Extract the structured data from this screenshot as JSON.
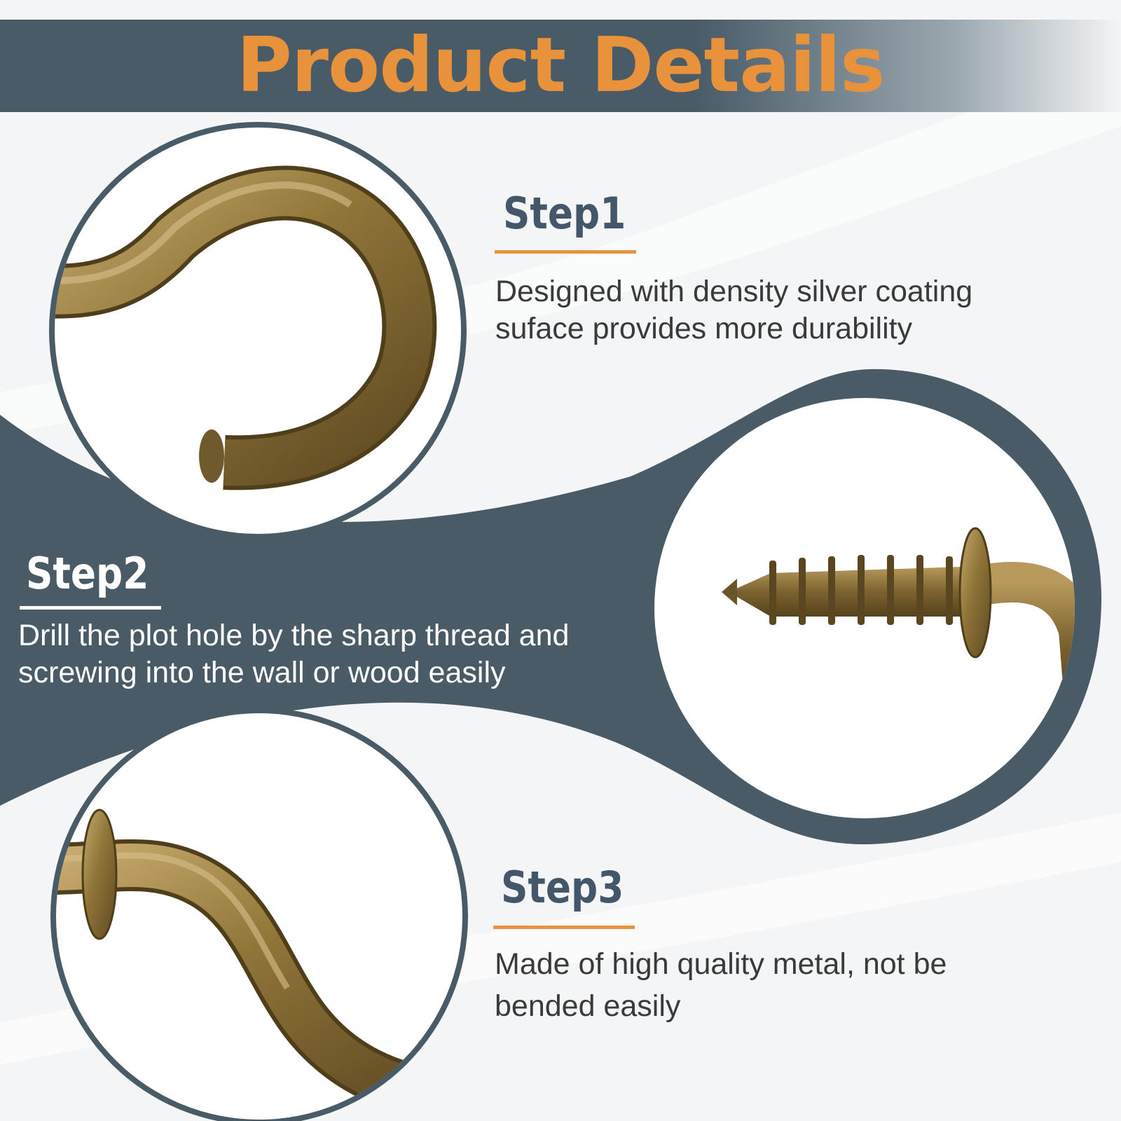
{
  "header": {
    "title": "Product Details"
  },
  "steps": [
    {
      "label": "Step1",
      "description_lines": [
        "Designed with density silver coating",
        "suface provides more durability"
      ]
    },
    {
      "label": "Step2",
      "description_lines": [
        "Drill the plot hole by the sharp thread and",
        "screwing into the wall or wood easily"
      ]
    },
    {
      "label": "Step3",
      "description_lines": [
        "Made of high quality metal, not be",
        "bended easily"
      ]
    }
  ],
  "images": [
    {
      "name": "cup-hook-curve-closeup",
      "depicts": "bronze hook curve"
    },
    {
      "name": "screw-thread-closeup",
      "depicts": "bronze screw thread with collar"
    },
    {
      "name": "hook-collar-closeup",
      "depicts": "bronze hook shank with collar"
    }
  ],
  "colors": {
    "slate": "#485b67",
    "accent_orange": "#e6943f",
    "heading_slate": "#44566a",
    "bronze_dark": "#6b5527",
    "bronze_mid": "#9a7f45",
    "bronze_light": "#c6aa6e"
  }
}
